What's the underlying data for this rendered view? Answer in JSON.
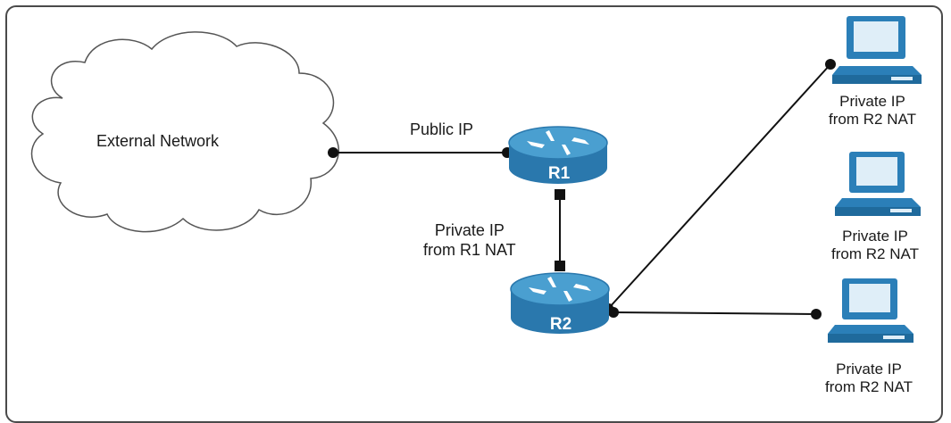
{
  "cloud_label": "External Network",
  "link_r1_label": "Public IP",
  "link_r1_r2_label": [
    "Private IP",
    "from R1 NAT"
  ],
  "routers": [
    {
      "id": "R1",
      "label": "R1"
    },
    {
      "id": "R2",
      "label": "R2"
    }
  ],
  "hosts": [
    {
      "label": [
        "Private IP",
        "from R2 NAT"
      ]
    },
    {
      "label": [
        "Private IP",
        "from R2 NAT"
      ]
    },
    {
      "label": [
        "Private IP",
        "from R2 NAT"
      ]
    }
  ],
  "colors": {
    "router_fill": "#2a78ad",
    "router_top": "#4a9fd0",
    "pc_fill": "#2b7fb8",
    "line": "#111111",
    "frame": "#4a4a4a"
  }
}
